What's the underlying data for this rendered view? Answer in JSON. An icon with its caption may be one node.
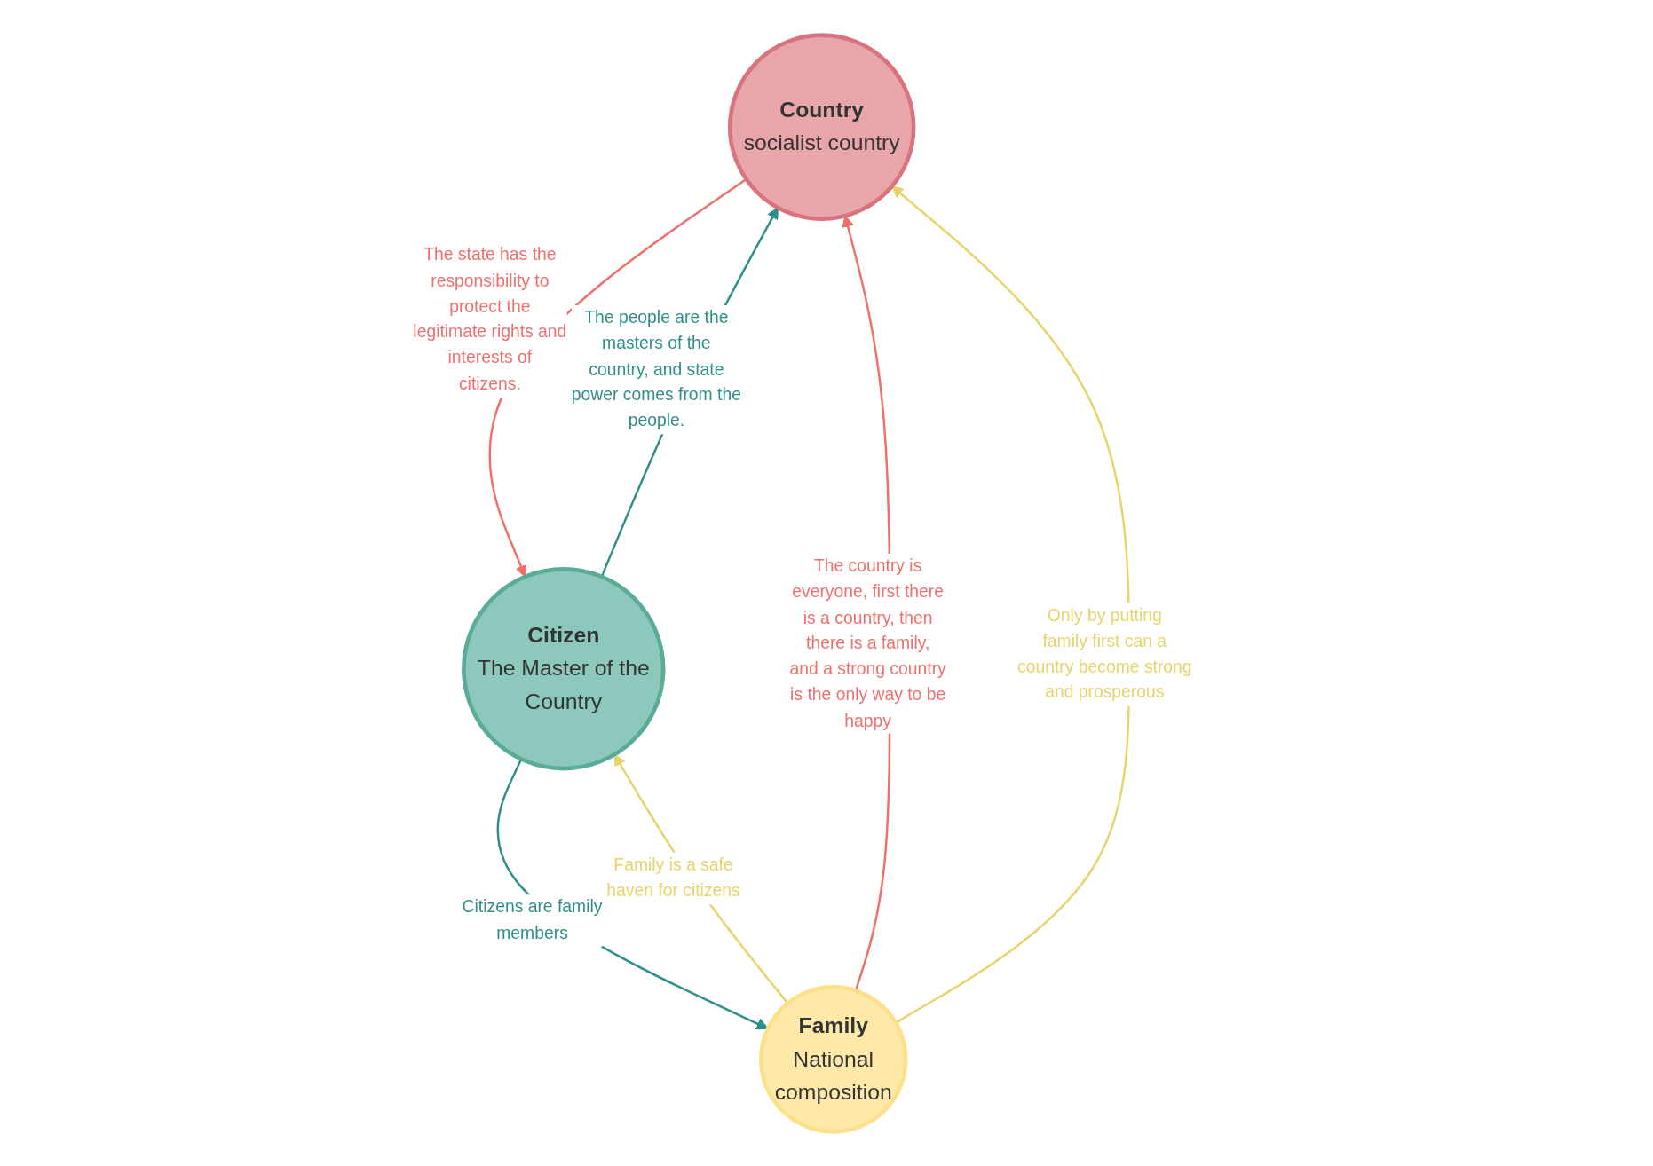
{
  "diagram": {
    "nodes": [
      {
        "text": [
          "Country",
          "socialist country"
        ]
      },
      {
        "text": [
          "Citizen",
          "The Master of the Country"
        ]
      },
      {
        "text": [
          "Family",
          "National composition"
        ]
      }
    ],
    "edges": [
      {
        "from": 0,
        "to": 1,
        "arrow": "to",
        "label": "The state has the responsibility to protect the legitimate rights and interests of citizens.",
        "color": "#ef6f6c"
      },
      {
        "from": 1,
        "to": 0,
        "arrow": "to",
        "label": "The people are the masters of the country, and state power comes from the people.",
        "color": "#2e8f8a"
      },
      {
        "from": 2,
        "to": 0,
        "arrow": "to",
        "label": "The country is everyone, first there is a country, then there is a family, and a strong country is the only way to be happy",
        "color": "#ef6f6c"
      },
      {
        "from": 2,
        "to": 0,
        "arrow": "to",
        "label": "Only by putting family first can a country become strong and prosperous",
        "color": "#e8d36b"
      },
      {
        "from": 1,
        "to": 2,
        "arrow": "to",
        "label": "Citizens are family members",
        "color": "#2e8f8a"
      },
      {
        "from": 2,
        "to": 1,
        "arrow": "to",
        "label": "Family is a safe haven for citizens",
        "color": "#e8d36b"
      }
    ]
  }
}
